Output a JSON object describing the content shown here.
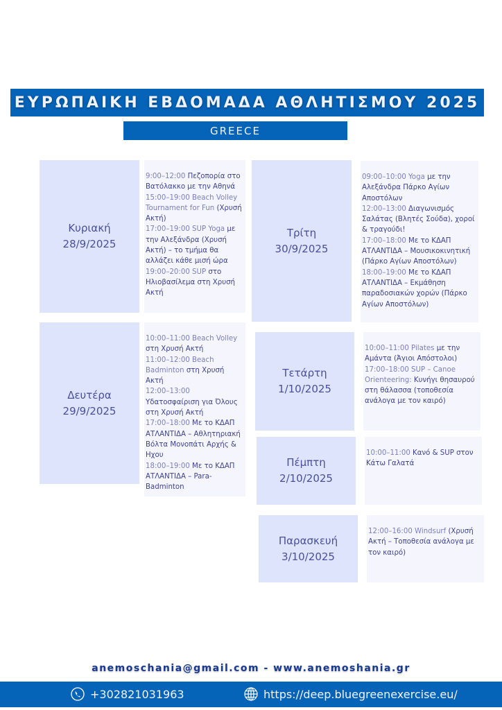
{
  "header": {
    "title": "ΕΥΡΩΠΑΙΚΗ ΕΒΔΟΜΑΔΑ ΑΘΛΗΤΙΣΜΟΥ 2025",
    "country": "GREECE"
  },
  "days": [
    {
      "name": "Κυριακή",
      "date": "28/9/2025",
      "activities": [
        {
          "time": "9:00–12:00",
          "text": " Πεζοπορία στο Βατόλακκο με την Αθηνά"
        },
        {
          "time": "15:00–19:00 Beach Volley Tournament for Fun",
          "text": " (Χρυσή Ακτή)"
        },
        {
          "time": "17:00–19:00 SUP Yoga",
          "text": " με την Αλεξάνδρα (Χρυσή Ακτή) – το τμήμα θα αλλάζει κάθε μισή ώρα"
        },
        {
          "time": "19:00–20:00 SUP",
          "text": " στο Ηλιοβασίλεμα στη Χρυσή Ακτή"
        }
      ]
    },
    {
      "name": "Δευτέρα",
      "date": "29/9/2025",
      "activities": [
        {
          "time": "10:00–11:00 Beach Volley",
          "text": " στη Χρυσή Ακτή"
        },
        {
          "time": "11:00–12:00 Beach Badminton",
          "text": " στη Χρυσή Ακτή"
        },
        {
          "time": "12:00–13:00",
          "text": " Υδατοσφαίριση για Όλους στη Χρυσή Ακτή"
        },
        {
          "time": "17:00–18:00",
          "text": " Με το ΚΔΑΠ ΑΤΛΑΝΤΙΔΑ – Αθλητηριακή Βόλτα Μονοπάτι Αρχής & Ηχου"
        },
        {
          "time": "18:00–19:00",
          "text": " Με το ΚΔΑΠ ΑΤΛΑΝΤΙΔΑ – Para-Badminton"
        }
      ]
    },
    {
      "name": "Τρίτη",
      "date": "30/9/2025",
      "activities": [
        {
          "time": "09:00–10:00 Yoga",
          "text": " με την Αλεξάνδρα Πάρκο Αγίων Αποστόλων"
        },
        {
          "time": "12:00–13:00",
          "text": " Διαγωνισμός Σαλάτας (Βλητές Σούδα), χοροί & τραγούδι!"
        },
        {
          "time": "17:00–18:00",
          "text": " Με το ΚΔΑΠ ΑΤΛΑΝΤΙΔΑ – Μουσικοκινητική (Πάρκο Αγίων Αποστόλων)"
        },
        {
          "time": "18:00–19:00",
          "text": " Με το ΚΔΑΠ ΑΤΛΑΝΤΙΔΑ – Εκμάθηση παραδοσιακών χορών (Πάρκο Αγίων Αποστόλων)"
        }
      ]
    },
    {
      "name": "Τετάρτη",
      "date": "1/10/2025",
      "activities": [
        {
          "time": "10:00–11:00 Pilates",
          "text": " με την Αμάντα (Άγιοι Απόστολοι)"
        },
        {
          "time": "17:00–18:00 SUP – Canoe Orienteering:",
          "text": " Κυνήγι θησαυρού στη θάλασσα (τοποθεσία ανάλογα με τον καιρό)"
        }
      ]
    },
    {
      "name": "Πέμπτη",
      "date": "2/10/2025",
      "activities": [
        {
          "time": "10:00–11:00",
          "text": " Κανό & SUP στον Κάτω Γαλατά"
        }
      ]
    },
    {
      "name": "Παρασκευή",
      "date": "3/10/2025",
      "activities": [
        {
          "time": "12:00–16:00 Windsurf",
          "text": " (Χρυσή Ακτή – Τοποθεσία ανάλογα με τον καιρό)"
        }
      ]
    }
  ],
  "contact": {
    "email_line": "anemoschania@gmail.com - www.anemoshania.gr",
    "phone": "+302821031963",
    "website": "https://deep.bluegreenexercise.eu/"
  },
  "colors": {
    "brand": "#0563b8",
    "day_bg": "#dde4fb",
    "activity_bg": "#f5f6fd"
  }
}
